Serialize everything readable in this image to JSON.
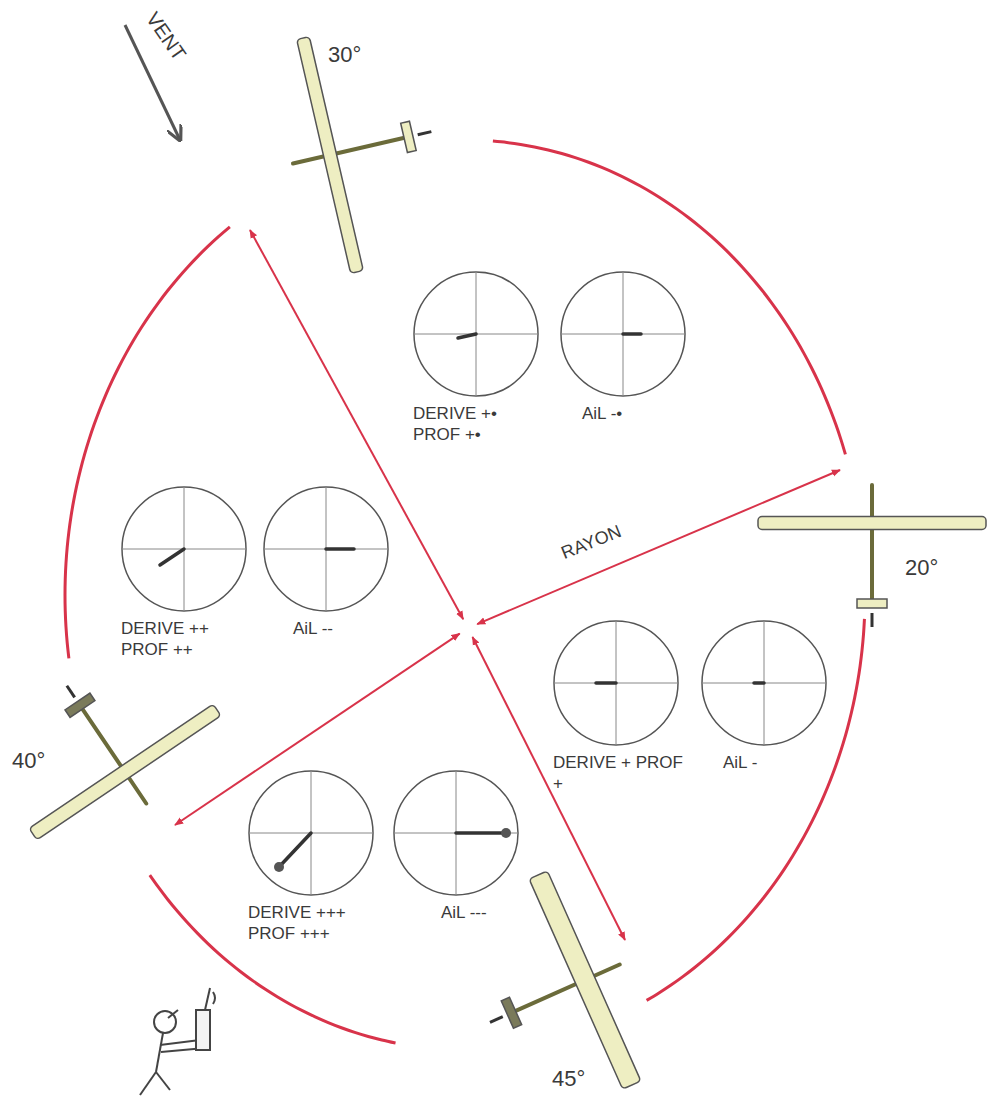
{
  "diagram": {
    "nodes": [
      {
        "text": [
          "DERIVE +• PROF +•"
        ]
      },
      {
        "text": [
          "AiL -•"
        ]
      },
      {
        "text": [
          "DERIVE ++ PROF ++"
        ]
      },
      {
        "text": [
          "AiL --"
        ]
      },
      {
        "text": [
          "DERIVE + PROF +"
        ]
      },
      {
        "text": [
          "AiL -"
        ]
      },
      {
        "text": [
          "DERIVE +++ PROF +++"
        ]
      },
      {
        "text": [
          "AiL ---"
        ]
      }
    ],
    "labels": [
      "VENT",
      "30°",
      "RAYON",
      "20°",
      "40°",
      "45°"
    ]
  }
}
